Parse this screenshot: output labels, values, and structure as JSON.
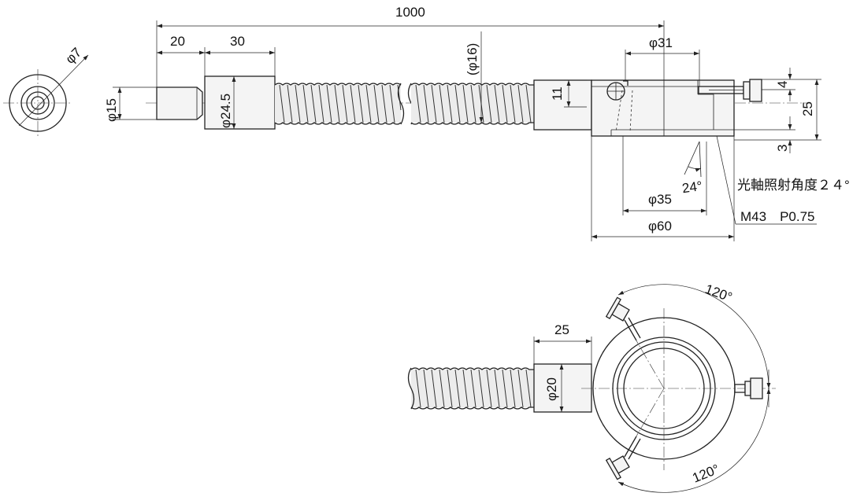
{
  "dimensions": {
    "total_length": "1000",
    "len_20": "20",
    "len_30": "30",
    "dia_7": "φ7",
    "dia_15": "φ15",
    "dia_24_5": "φ24.5",
    "dia_16_ref": "(φ16)",
    "dia_31": "φ31",
    "h_11": "11",
    "h_4": "4",
    "h_25": "25",
    "h_3": "3",
    "dia_35": "φ35",
    "dia_60": "φ60",
    "angle_24": "24°",
    "dia_20": "φ20",
    "len_25_plan": "25",
    "angle_120_top": "120°",
    "angle_120_bottom": "120°"
  },
  "notes": {
    "optical_axis_angle": "光軸照射角度２４°",
    "thread_spec": "M43　P0.75"
  },
  "colors": {
    "line": "#222222",
    "body_fill": "#f4f4f4",
    "background": "#ffffff"
  }
}
